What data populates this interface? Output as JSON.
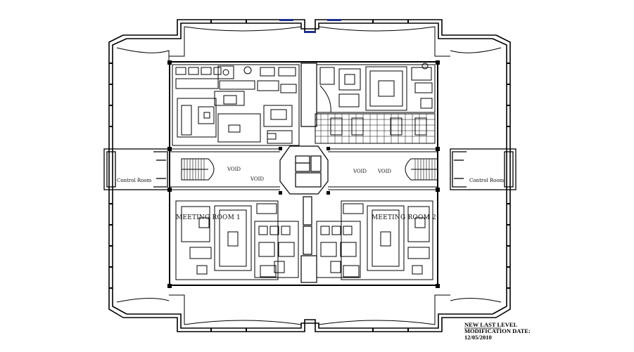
{
  "labels": {
    "void_1": "VOID",
    "void_2": "VOID",
    "void_3": "VOID",
    "void_4": "VOID",
    "control_room_left": "Control Room",
    "control_room_right": "Control Room",
    "meeting_room_1": "MEETING ROOM 1",
    "meeting_room_2": "MEETING ROOM 2"
  },
  "notes": {
    "line_1": "NEW LAST LEVEL",
    "line_2": "MODIFICATION DATE:",
    "line_3": "12/05/2010"
  },
  "colors": {
    "linework": "#000000",
    "accent": "#1f2f8f",
    "background": "#ffffff"
  }
}
